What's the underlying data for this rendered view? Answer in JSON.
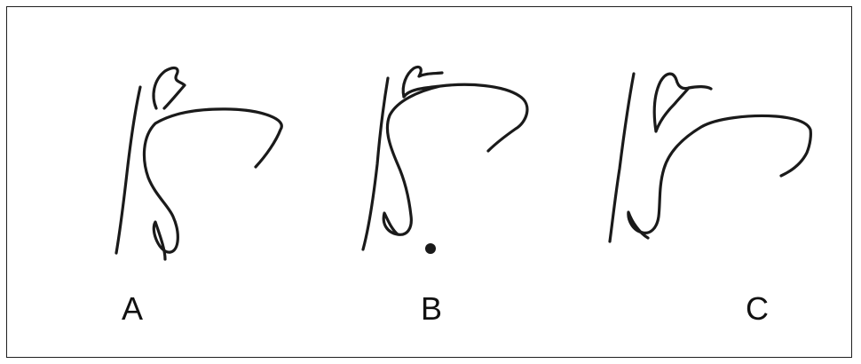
{
  "panels": [
    {
      "label": "A"
    },
    {
      "label": "B"
    },
    {
      "label": "C"
    }
  ],
  "colors": {
    "line": "#1a1a1a",
    "background": "#ffffff",
    "border": "#1f1f1f"
  }
}
